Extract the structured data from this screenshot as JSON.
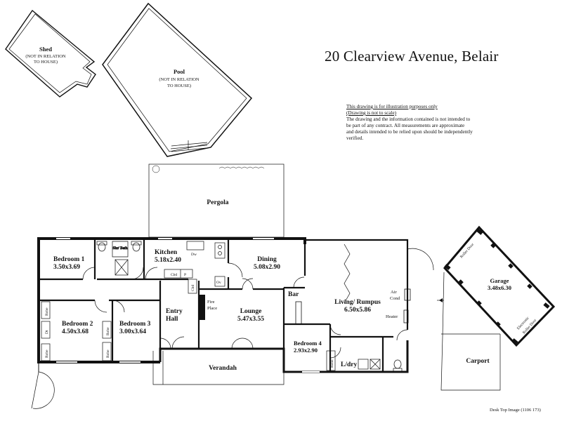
{
  "property_title": "20 Clearview Avenue,  Belair",
  "disclaimer": {
    "line1": "This drawing is for illustration purposes only",
    "line2": "(Drawing is not to scale)",
    "body": "The drawing and the information contained is not intended to be part of any contract.  All measurements are approximate and details intended to be relied upon should be independently verified."
  },
  "footer": "Desk Top Image  (1106 173)",
  "outbuildings": {
    "shed_name": "Shed",
    "shed_note1": "(NOT IN RELATION",
    "shed_note2": "TO HOUSE)",
    "pool_name": "Pool",
    "pool_note1": "(NOT IN RELATION",
    "pool_note2": "TO HOUSE)",
    "garage_name": "Garage",
    "garage_size": "3.48x6.30",
    "roller_door": "Roller Door",
    "electronic": "Electronic",
    "roller_door2": "Roller Door",
    "carport": "Carport"
  },
  "rooms": {
    "pergola": "Pergola",
    "bedroom1": "Bedroom 1",
    "bedroom1_size": "3.50x3.69",
    "kitchen": "Kitchen",
    "kitchen_size": "5.18x2.40",
    "dining": "Dining",
    "dining_size": "5.08x2.90",
    "bedroom2": "Bedroom 2",
    "bedroom2_size": "4.50x3.68",
    "bedroom3": "Bedroom 3",
    "bedroom3_size": "3.00x3.64",
    "entry": "Entry",
    "hall": "Hall",
    "lounge": "Lounge",
    "lounge_size": "5.47x3.55",
    "bar": "Bar",
    "living": "Living/ Rumpus",
    "living_size": "6.50x5.86",
    "bedroom4": "Bedroom 4",
    "bedroom4_size": "2.93x2.90",
    "ldry": "L/dry",
    "verandah": "Verandah"
  },
  "fixtures": {
    "shr_bath": "Shr/ Bath",
    "dw": "Dw",
    "cbd": "Cbd",
    "p": "P",
    "cbd_v": "Cbd",
    "ov": "Ov",
    "fire": "Fire",
    "place": "Place",
    "air": "Air",
    "cond": "Cond",
    "heater": "Heater",
    "robe1": "Robe",
    "dt": "Dt",
    "robe2": "Robe",
    "robe3": "Robe",
    "robe4": "Robe",
    "robe5": "Robe"
  }
}
